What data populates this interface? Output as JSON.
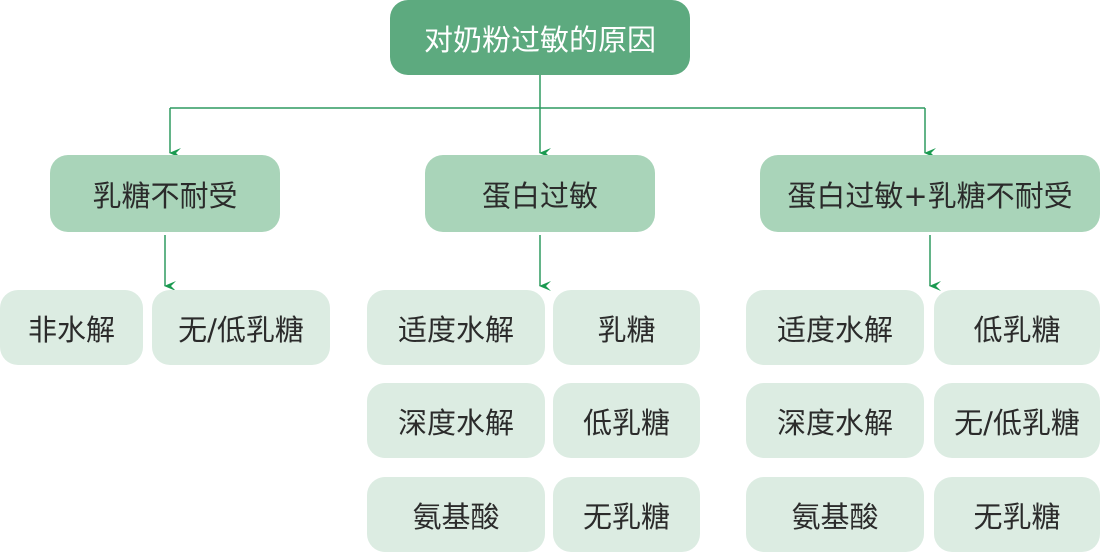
{
  "root": {
    "label": "对奶粉过敏的原因"
  },
  "branches": [
    {
      "label": "乳糖不耐受",
      "leaves": [
        "非水解",
        "无/低乳糖"
      ]
    },
    {
      "label": "蛋白过敏",
      "leaves": [
        "适度水解",
        "乳糖",
        "深度水解",
        "低乳糖",
        "氨基酸",
        "无乳糖"
      ]
    },
    {
      "label": "蛋白过敏+乳糖不耐受",
      "leaves": [
        "适度水解",
        "低乳糖",
        "深度水解",
        "无/低乳糖",
        "氨基酸",
        "无乳糖"
      ]
    }
  ],
  "colors": {
    "root": "#5daa7f",
    "branch": "#a9d4b9",
    "leaf": "#dcece2",
    "arrow": "#1a9a50"
  }
}
